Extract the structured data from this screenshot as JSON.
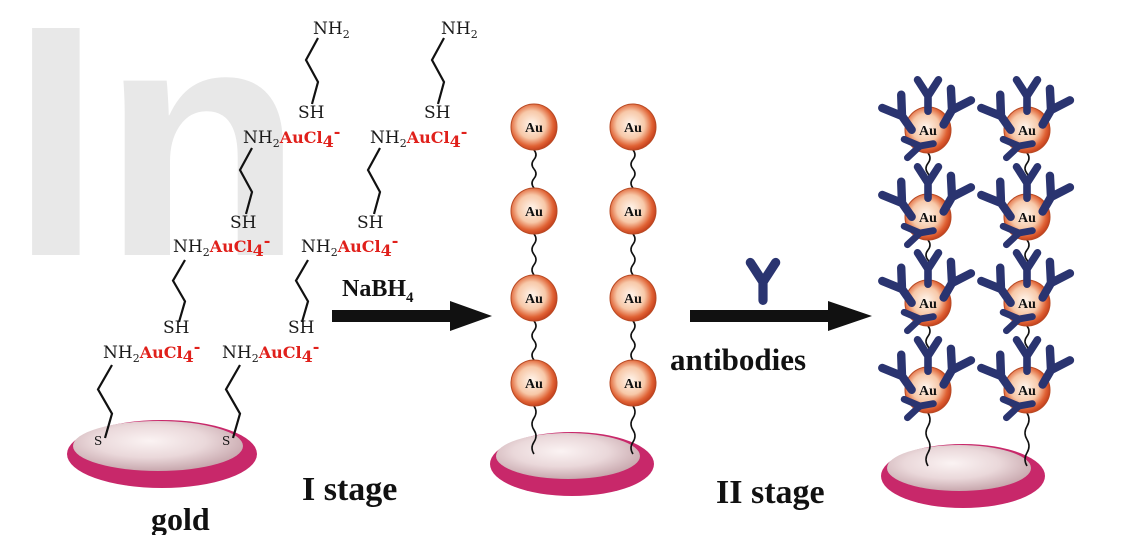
{
  "colors": {
    "disk": "#c8286a",
    "disk_light": "#f3e6e8",
    "ball_outer": "#d8502a",
    "ball_inner": "#fff0e6",
    "antibody": "#2a3470",
    "reagent_red": "#e0201b",
    "watermark": "#e5e5e5"
  },
  "watermark_text": "In",
  "labels": {
    "gold": "gold",
    "stage_one": "I stage",
    "stage_two": "II stage",
    "reducer": "NaBH",
    "reducer_sub": "4",
    "antibodies": "antibodies"
  },
  "chemistry": {
    "amine": "NH",
    "amine_sub": "2",
    "thiol": "SH",
    "sulfur": "S",
    "gold_salt": "AuCl",
    "gold_salt_sub": "4",
    "gold_salt_sup": "-",
    "particle": "Au"
  }
}
